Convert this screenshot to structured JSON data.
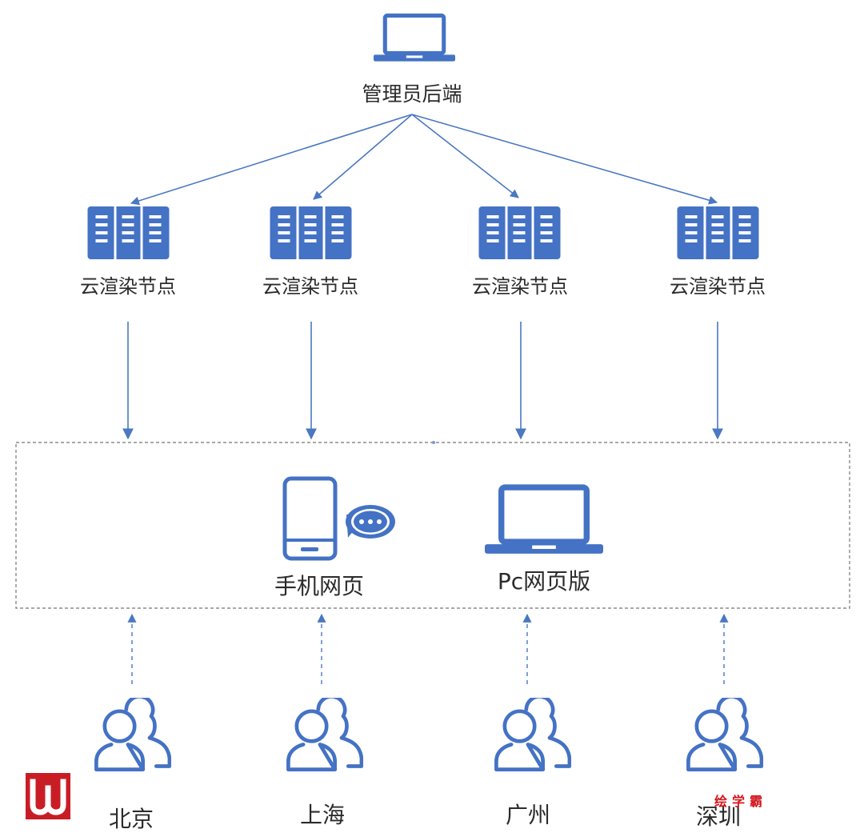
{
  "admin": {
    "label": "管理员后端",
    "icon": "laptop-icon"
  },
  "nodes": [
    {
      "label": "云渲染节点",
      "icon": "server-icon"
    },
    {
      "label": "云渲染节点",
      "icon": "server-icon"
    },
    {
      "label": "云渲染节点",
      "icon": "server-icon"
    },
    {
      "label": "云渲染节点",
      "icon": "server-icon"
    }
  ],
  "clients": {
    "mobile": {
      "label": "手机网页",
      "icon": "phone-icon",
      "badge_icon": "chat-bubble-icon"
    },
    "pc": {
      "label": "Pc网页版",
      "icon": "laptop-icon"
    }
  },
  "users": [
    {
      "label": "北京",
      "icon": "users-icon"
    },
    {
      "label": "上海",
      "icon": "users-icon"
    },
    {
      "label": "广州",
      "icon": "users-icon"
    },
    {
      "label": "深圳",
      "icon": "users-icon"
    }
  ],
  "brand": {
    "logo_icon": "logo-icon",
    "name": "绘学霸"
  },
  "colors": {
    "primary": "#4472c4",
    "arrow": "#4a78c2",
    "text": "#2b2b2b",
    "box_border": "#8c8c8c",
    "brand_red": "#c81d25"
  }
}
